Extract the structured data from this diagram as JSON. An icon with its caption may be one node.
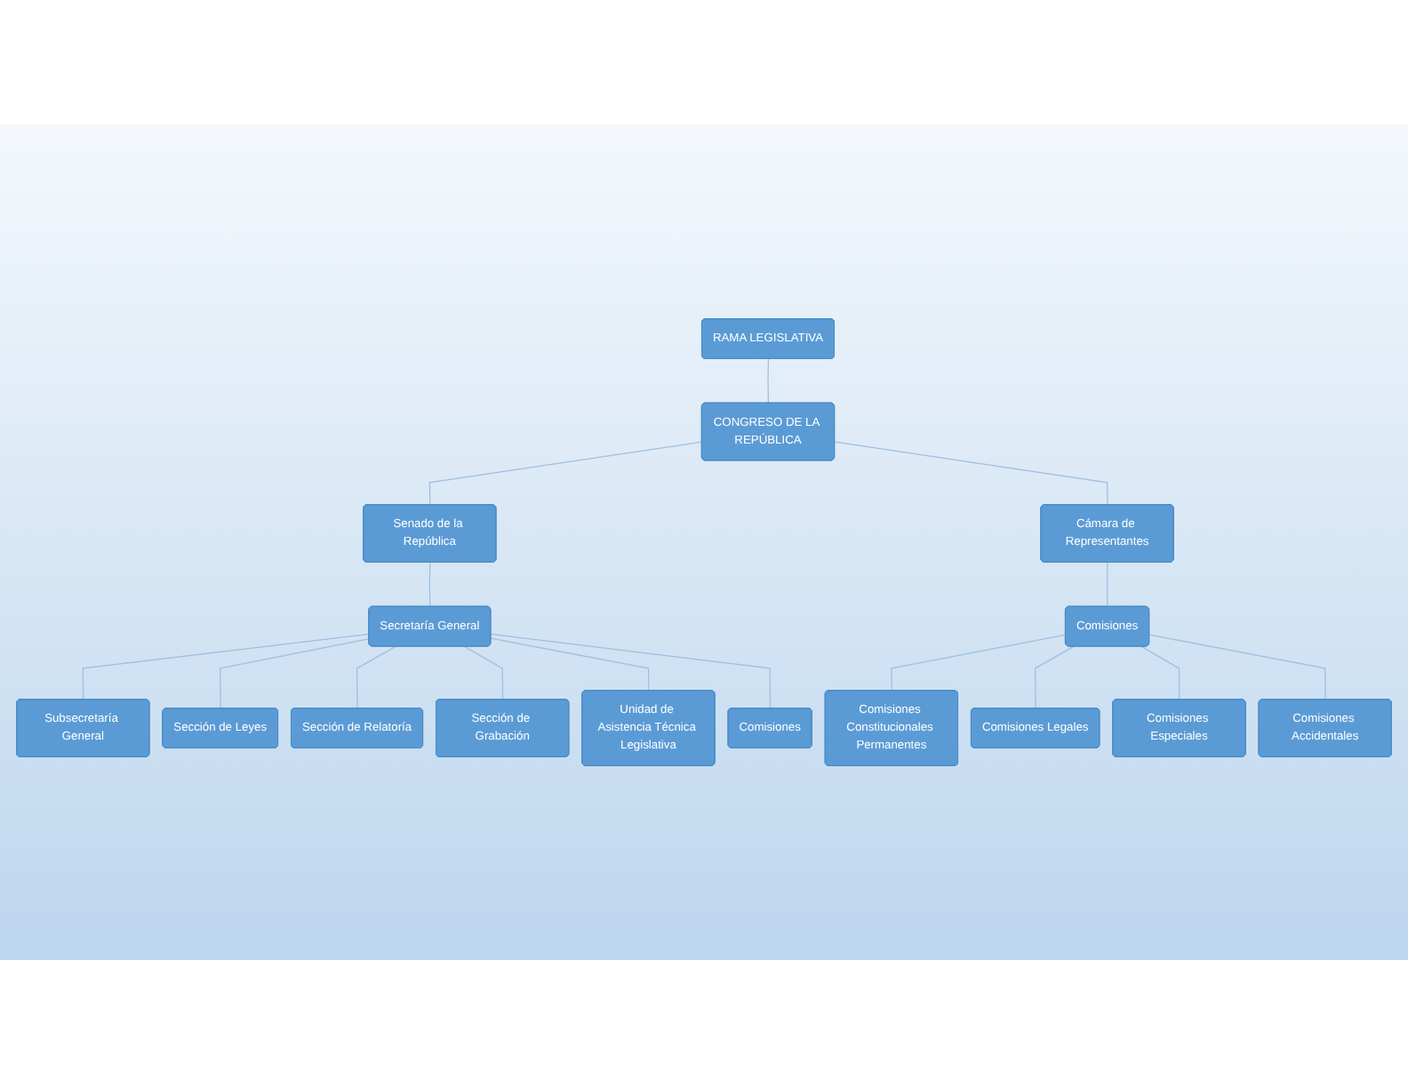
{
  "diagram": {
    "nodes": [
      {
        "text": [
          "RAMA LEGISLATIVA"
        ]
      },
      {
        "text": [
          "CONGRESO DE LA REPÚBLICA"
        ]
      },
      {
        "text": [
          "Senado de la República"
        ]
      },
      {
        "text": [
          "Cámara de Representantes"
        ]
      },
      {
        "text": [
          "Secretaría General"
        ]
      },
      {
        "text": [
          "Comisiones"
        ]
      },
      {
        "text": [
          "Subsecretaría General"
        ]
      },
      {
        "text": [
          "Sección de Leyes"
        ]
      },
      {
        "text": [
          "Sección de Relatoría"
        ]
      },
      {
        "text": [
          "Sección de Grabación"
        ]
      },
      {
        "text": [
          "Unidad de Asistencia Técnica Legislativa"
        ]
      },
      {
        "text": [
          "Comisiones"
        ]
      },
      {
        "text": [
          "Comisiones Constitucionales Permanentes"
        ]
      },
      {
        "text": [
          "Comisiones Legales"
        ]
      },
      {
        "text": [
          "Comisiones Especiales"
        ]
      },
      {
        "text": [
          "Comisiones Accidentales"
        ]
      }
    ],
    "edges": [
      {
        "from": 0,
        "to": 1,
        "arrow": "none"
      },
      {
        "from": 1,
        "to": 2,
        "arrow": "none"
      },
      {
        "from": 1,
        "to": 3,
        "arrow": "none"
      },
      {
        "from": 2,
        "to": 4,
        "arrow": "none"
      },
      {
        "from": 3,
        "to": 5,
        "arrow": "none"
      },
      {
        "from": 4,
        "to": 6,
        "arrow": "none"
      },
      {
        "from": 4,
        "to": 7,
        "arrow": "none"
      },
      {
        "from": 4,
        "to": 8,
        "arrow": "none"
      },
      {
        "from": 4,
        "to": 9,
        "arrow": "none"
      },
      {
        "from": 4,
        "to": 10,
        "arrow": "none"
      },
      {
        "from": 4,
        "to": 11,
        "arrow": "none"
      },
      {
        "from": 5,
        "to": 12,
        "arrow": "none"
      },
      {
        "from": 5,
        "to": 13,
        "arrow": "none"
      },
      {
        "from": 5,
        "to": 14,
        "arrow": "none"
      },
      {
        "from": 5,
        "to": 15,
        "arrow": "none"
      }
    ]
  }
}
